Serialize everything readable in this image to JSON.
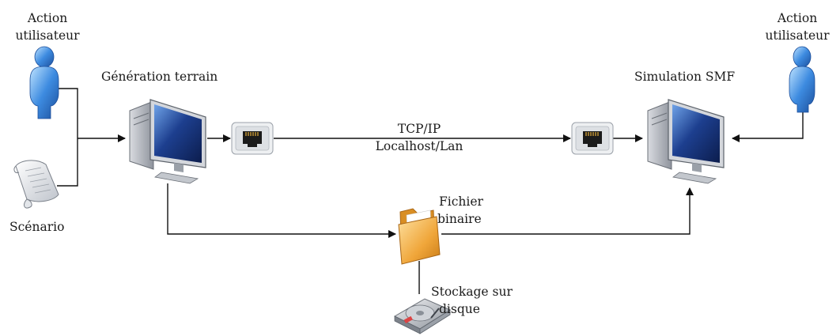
{
  "labels": {
    "action_left_line1": "Action",
    "action_left_line2": "utilisateur",
    "action_right_line1": "Action",
    "action_right_line2": "utilisateur",
    "scenario": "Scénario",
    "generation": "Génération terrain",
    "simulation": "Simulation SMF",
    "protocol_line1": "TCP/IP",
    "protocol_line2": "Localhost/Lan",
    "file_line1": "Fichier",
    "file_line2": "binaire",
    "storage_line1": "Stockage sur",
    "storage_line2": "disque"
  },
  "icons": [
    "user-icon",
    "scroll-icon",
    "computer-icon",
    "network-port-icon",
    "folder-icon",
    "hard-disk-icon"
  ],
  "colors": {
    "user_blue": "#2f7fd6",
    "screen_blue": "#1d3f8f",
    "folder_orange": "#f0a63a",
    "line": "#111111"
  }
}
